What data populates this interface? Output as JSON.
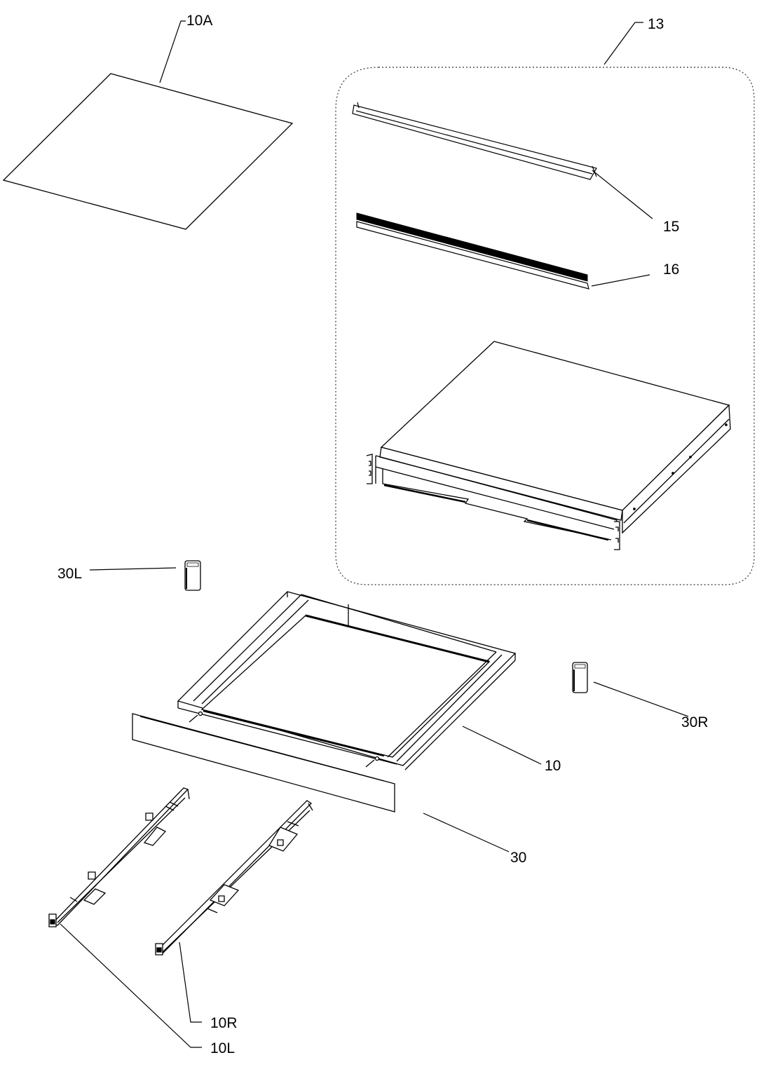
{
  "diagram": {
    "labels": {
      "l10A": "10A",
      "l13": "13",
      "l15": "15",
      "l16": "16",
      "l30L": "30L",
      "l30R": "30R",
      "l10": "10",
      "l30": "30",
      "l10R": "10R",
      "l10L": "10L"
    },
    "colors": {
      "line": "#000000",
      "panel": "#ffffff",
      "frame_inner": "#eeeeee"
    }
  }
}
